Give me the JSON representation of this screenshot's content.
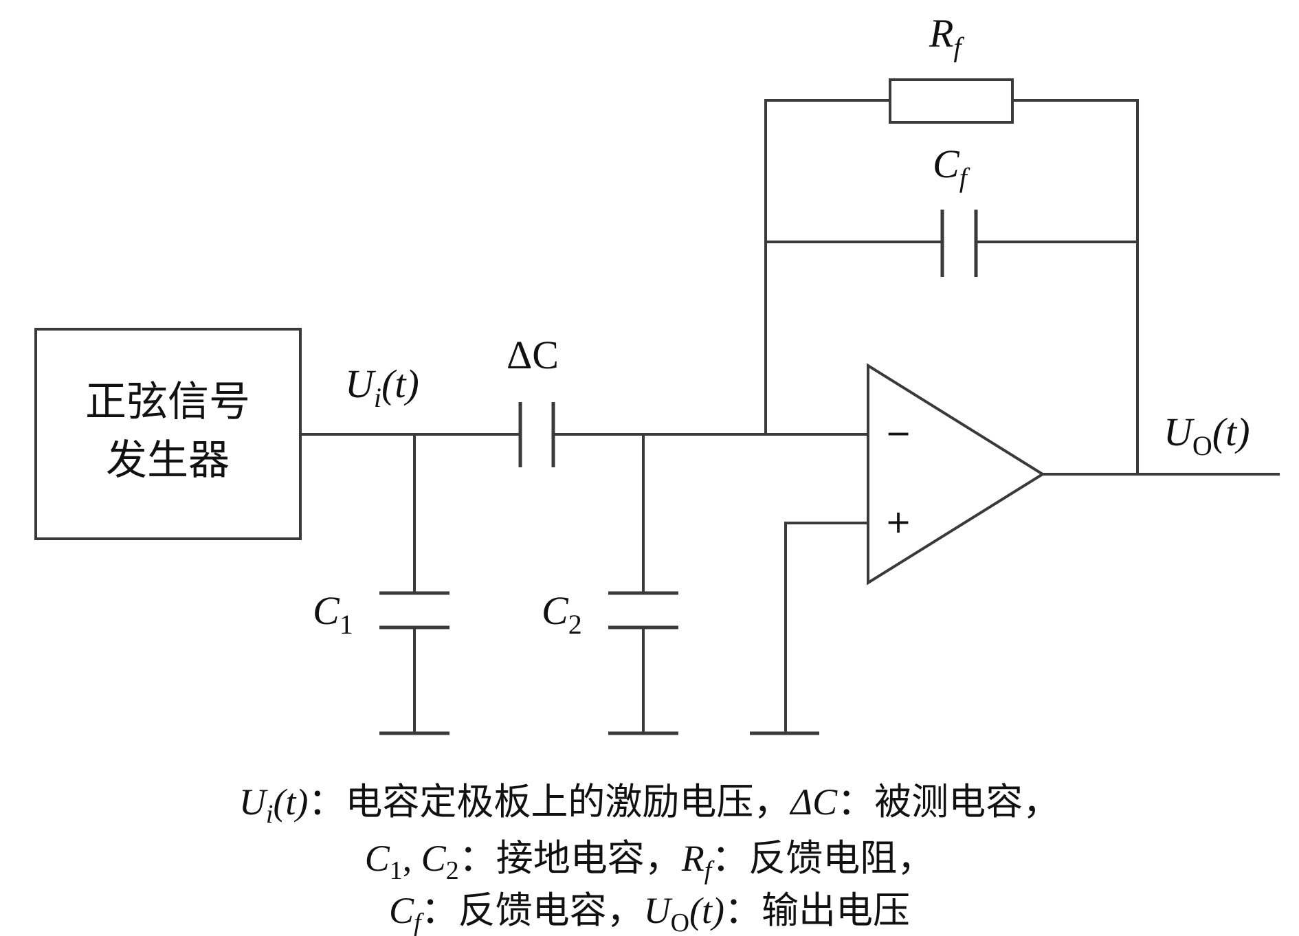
{
  "generator_box": {
    "line1": "正弦信号",
    "line2": "发生器"
  },
  "labels": {
    "input_voltage": {
      "main": "U",
      "sub": "i",
      "arg": "(t)"
    },
    "delta_c": {
      "main": "ΔC"
    },
    "c1": {
      "main": "C",
      "sub": "1"
    },
    "c2": {
      "main": "C",
      "sub": "2"
    },
    "rf": {
      "main": "R",
      "sub": "f"
    },
    "cf": {
      "main": "C",
      "sub": "f"
    },
    "output_voltage": {
      "main": "U",
      "sub": "O",
      "arg": "(t)"
    },
    "opamp_minus": "−",
    "opamp_plus": "+"
  },
  "caption": {
    "line1": {
      "u": "U",
      "u_sub": "i",
      "u_arg": "(t)",
      "text1": "：电容定极板上的激励电压，",
      "dc": "ΔC",
      "text2": "：被测电容，"
    },
    "line2": {
      "c1": "C",
      "c1_sub": "1",
      "sep": ", ",
      "c2": "C",
      "c2_sub": "2",
      "text1": "：接地电容，",
      "rf": "R",
      "rf_sub": "f",
      "text2": "：反馈电阻，"
    },
    "line3": {
      "cf": "C",
      "cf_sub": "f",
      "text1": "：反馈电容，",
      "uo": "U",
      "uo_sub": "O",
      "uo_arg": "(t)",
      "text2": "：输出电压"
    }
  },
  "colors": {
    "wire": "#3a3a3a",
    "text": "#111111",
    "background": "#ffffff"
  }
}
